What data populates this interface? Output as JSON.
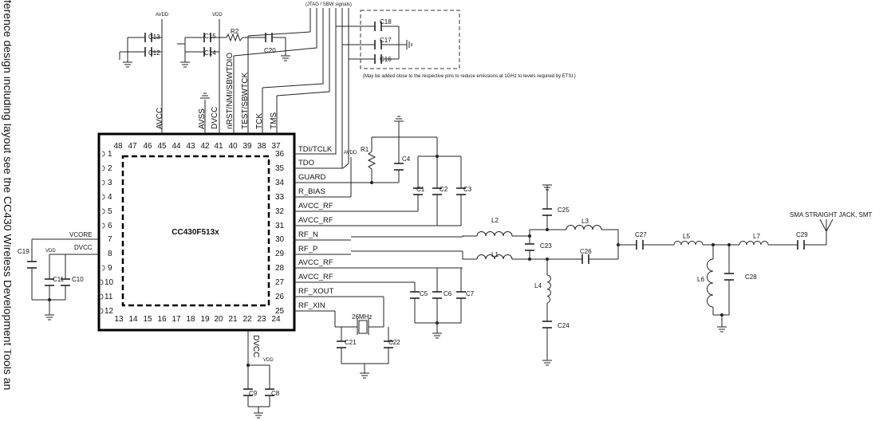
{
  "side_text_left": "ference design including layout see the CC430 Wireless Development Tools an",
  "chip": {
    "name": "CC430F513x",
    "top_pin_numbers": [
      "48",
      "47",
      "46",
      "45",
      "44",
      "43",
      "42",
      "41",
      "40",
      "39",
      "38",
      "37"
    ],
    "bottom_pin_numbers": [
      "13",
      "14",
      "15",
      "16",
      "17",
      "18",
      "19",
      "20",
      "21",
      "22",
      "23",
      "24"
    ],
    "left_pin_numbers": [
      "1",
      "2",
      "3",
      "4",
      "5",
      "6",
      "7",
      "8",
      "9",
      "10",
      "11",
      "12"
    ],
    "right_pin_numbers": [
      "36",
      "35",
      "34",
      "33",
      "32",
      "31",
      "30",
      "29",
      "28",
      "27",
      "26",
      "25"
    ],
    "top_pin_names": [
      "AVCC",
      "AVSS",
      "DVCC",
      "nRST/NMI/SBWTDIO",
      "TEST/SBWTCK",
      "TCK",
      "TMS"
    ],
    "right_pin_names": [
      "TDI/TCLK",
      "TDO",
      "GUARD",
      "R_BIAS",
      "AVCC_RF",
      "AVCC_RF",
      "RF_N",
      "RF_P",
      "AVCC_RF",
      "AVCC_RF",
      "RF_XOUT",
      "RF_XIN"
    ],
    "left_pin_names": [
      "VCORE",
      "DVCC"
    ],
    "bottom_pin_names": [
      "DVCC"
    ]
  },
  "labels": {
    "jtag": "(JTAG / SBW signals)",
    "avdd_top": "AVDD",
    "vdd_top": "VDD",
    "avdd_rbias": "AVDD",
    "vdd_left": "VDD",
    "vdd_bottom": "VDD",
    "crystal": "26MHz",
    "antenna": "SMA STRAIGHT JACK, SMT",
    "note": "(May be added close to the respective pins to reduce emissions at 1GHz to levels required by ETSI.)"
  },
  "components": {
    "caps": [
      "C13",
      "C12",
      "C15",
      "C14",
      "C20",
      "C18",
      "C17",
      "C16",
      "C4",
      "C1",
      "C2",
      "C3",
      "C25",
      "C23",
      "C26",
      "C27",
      "C28",
      "C29",
      "C24",
      "C5",
      "C6",
      "C7",
      "C19",
      "C11",
      "C10",
      "C21",
      "C22",
      "C9",
      "C8"
    ],
    "resistors": [
      "R2",
      "R1"
    ],
    "inductors": [
      "L2",
      "L3",
      "L1",
      "L4",
      "L5",
      "L6",
      "L7"
    ]
  }
}
